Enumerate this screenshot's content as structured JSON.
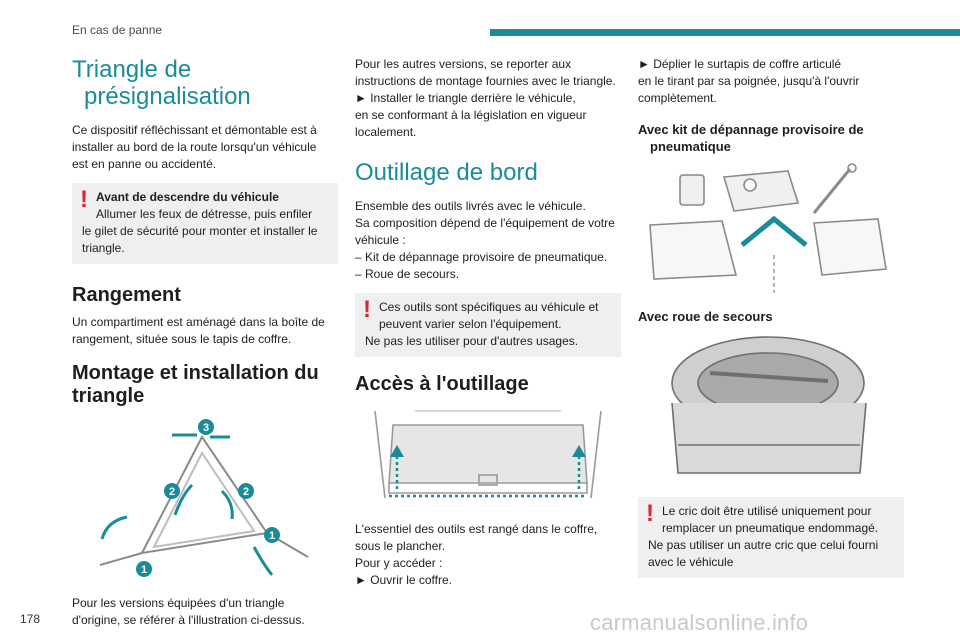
{
  "header": {
    "section": "En cas de panne"
  },
  "page_number": "178",
  "watermark": "carmanualsonline.info",
  "col1": {
    "title": [
      "Triangle de",
      "présignalisation"
    ],
    "intro": [
      "Ce dispositif réfléchissant et démontable est à",
      "installer au bord de la route lorsqu'un véhicule",
      "est en panne ou accidenté."
    ],
    "warning_title": "Avant de descendre du véhicule",
    "warning_lines": [
      "Allumer les feux de détresse, puis enfiler",
      "le gilet de sécurité pour monter et installer le",
      "triangle."
    ],
    "storage_title": "Rangement",
    "storage_text": [
      "Un compartiment est aménagé dans la boîte de",
      "rangement, située sous le tapis de coffre."
    ],
    "mount_title": [
      "Montage et installation du",
      "triangle"
    ],
    "diagram_labels": {
      "one_a": "1",
      "one_b": "1",
      "two_a": "2",
      "two_b": "2",
      "three": "3"
    },
    "closing": [
      "Pour les versions équipées d'un triangle",
      "d'origine, se référer à l'illustration ci-dessus."
    ]
  },
  "col2": {
    "others": [
      "Pour les autres versions, se reporter aux",
      "instructions de montage fournies avec le triangle."
    ],
    "step": [
      "► Installer le triangle derrière le véhicule,",
      "en se conformant à la législation en vigueur",
      "localement."
    ],
    "tools_title": "Outillage de bord",
    "tools_intro": [
      "Ensemble des outils livrés avec le véhicule.",
      "Sa composition dépend de l'équipement de votre",
      "véhicule :"
    ],
    "tools_list": [
      "– Kit de dépannage provisoire de pneumatique.",
      "– Roue de secours."
    ],
    "warning_lines": [
      "Ces outils sont spécifiques au véhicule et",
      "peuvent varier selon l'équipement."
    ],
    "warning_last": "Ne pas les utiliser pour d'autres usages.",
    "access_title": "Accès à l'outillage",
    "access_text": [
      "L'essentiel des outils est rangé dans le coffre,",
      "sous le plancher.",
      "Pour y accéder :",
      "► Ouvrir le coffre."
    ]
  },
  "col3": {
    "unfold": [
      "► Déplier le surtapis de coffre articulé",
      "en le tirant par sa poignée, jusqu'à l'ouvrir",
      "complètement."
    ],
    "kit_title": [
      "Avec kit de dépannage provisoire de",
      "pneumatique"
    ],
    "spare_title": "Avec roue de secours",
    "warning_lines": [
      "Le cric doit être utilisé uniquement pour",
      "remplacer un pneumatique endommagé."
    ],
    "warning_last": [
      "Ne pas utiliser un autre cric que celui fourni",
      "avec le véhicule"
    ]
  },
  "colors": {
    "accent": "#1a8c98",
    "warning": "#e0232f",
    "panel": "#efefef"
  }
}
